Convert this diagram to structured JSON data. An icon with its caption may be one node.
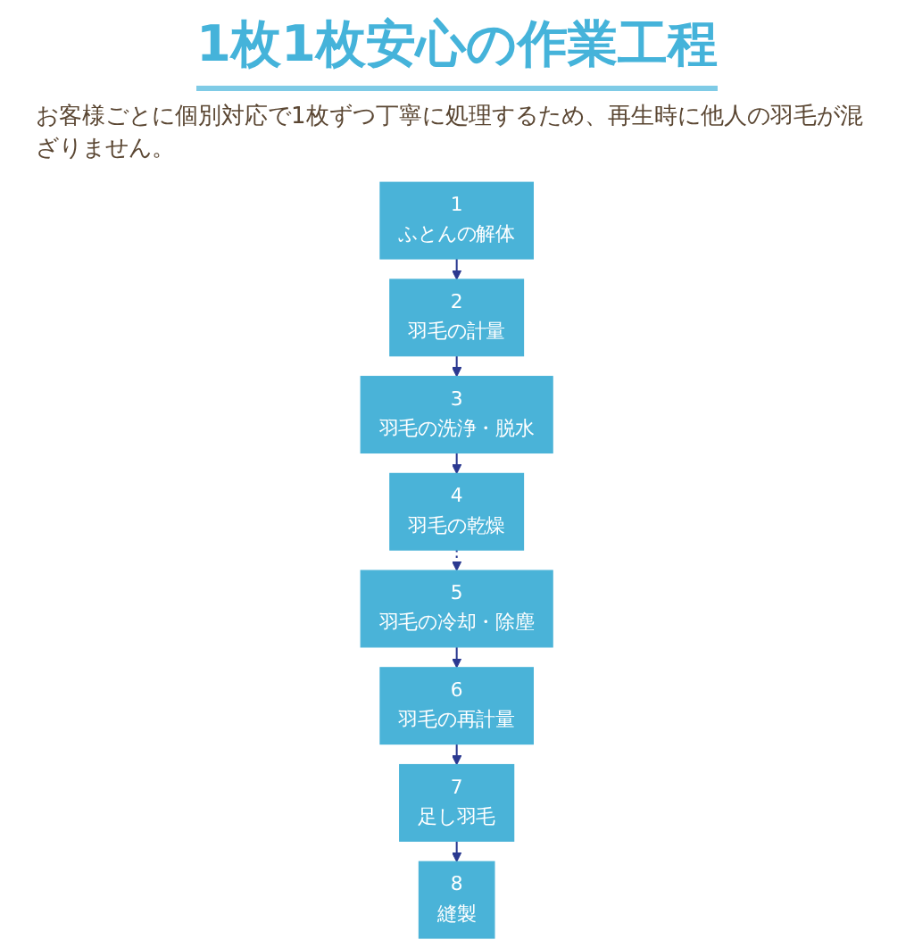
{
  "diagram": {
    "title": "1枚1枚安心の作業工程",
    "nodes": [
      {
        "text": [
          "1",
          "ふとんの解体"
        ]
      },
      {
        "text": [
          "2",
          "羽毛の計量"
        ]
      },
      {
        "text": [
          "3",
          "羽毛の洗浄・脱水"
        ]
      },
      {
        "text": [
          "4",
          "羽毛の乾燥"
        ]
      },
      {
        "text": [
          "5",
          "羽毛の冷却・除塵"
        ]
      },
      {
        "text": [
          "6",
          "羽毛の再計量"
        ]
      },
      {
        "text": [
          "7",
          "足し羽毛"
        ]
      },
      {
        "text": [
          "8",
          "縫製"
        ]
      }
    ],
    "edges": [
      {
        "from": 0,
        "to": 1,
        "arrow": "to"
      },
      {
        "from": 1,
        "to": 2,
        "arrow": "to"
      },
      {
        "from": 2,
        "to": 3,
        "arrow": "to"
      },
      {
        "from": 3,
        "to": 4,
        "arrow": "to",
        "style": "dashed"
      },
      {
        "from": 4,
        "to": 5,
        "arrow": "to"
      },
      {
        "from": 5,
        "to": 6,
        "arrow": "to"
      },
      {
        "from": 6,
        "to": 7,
        "arrow": "to"
      }
    ],
    "labels": [
      "お客様ごとに個別対応で1枚ずつ丁寧に処理するため、再生時に他人の羽毛が混ざりません。"
    ]
  }
}
